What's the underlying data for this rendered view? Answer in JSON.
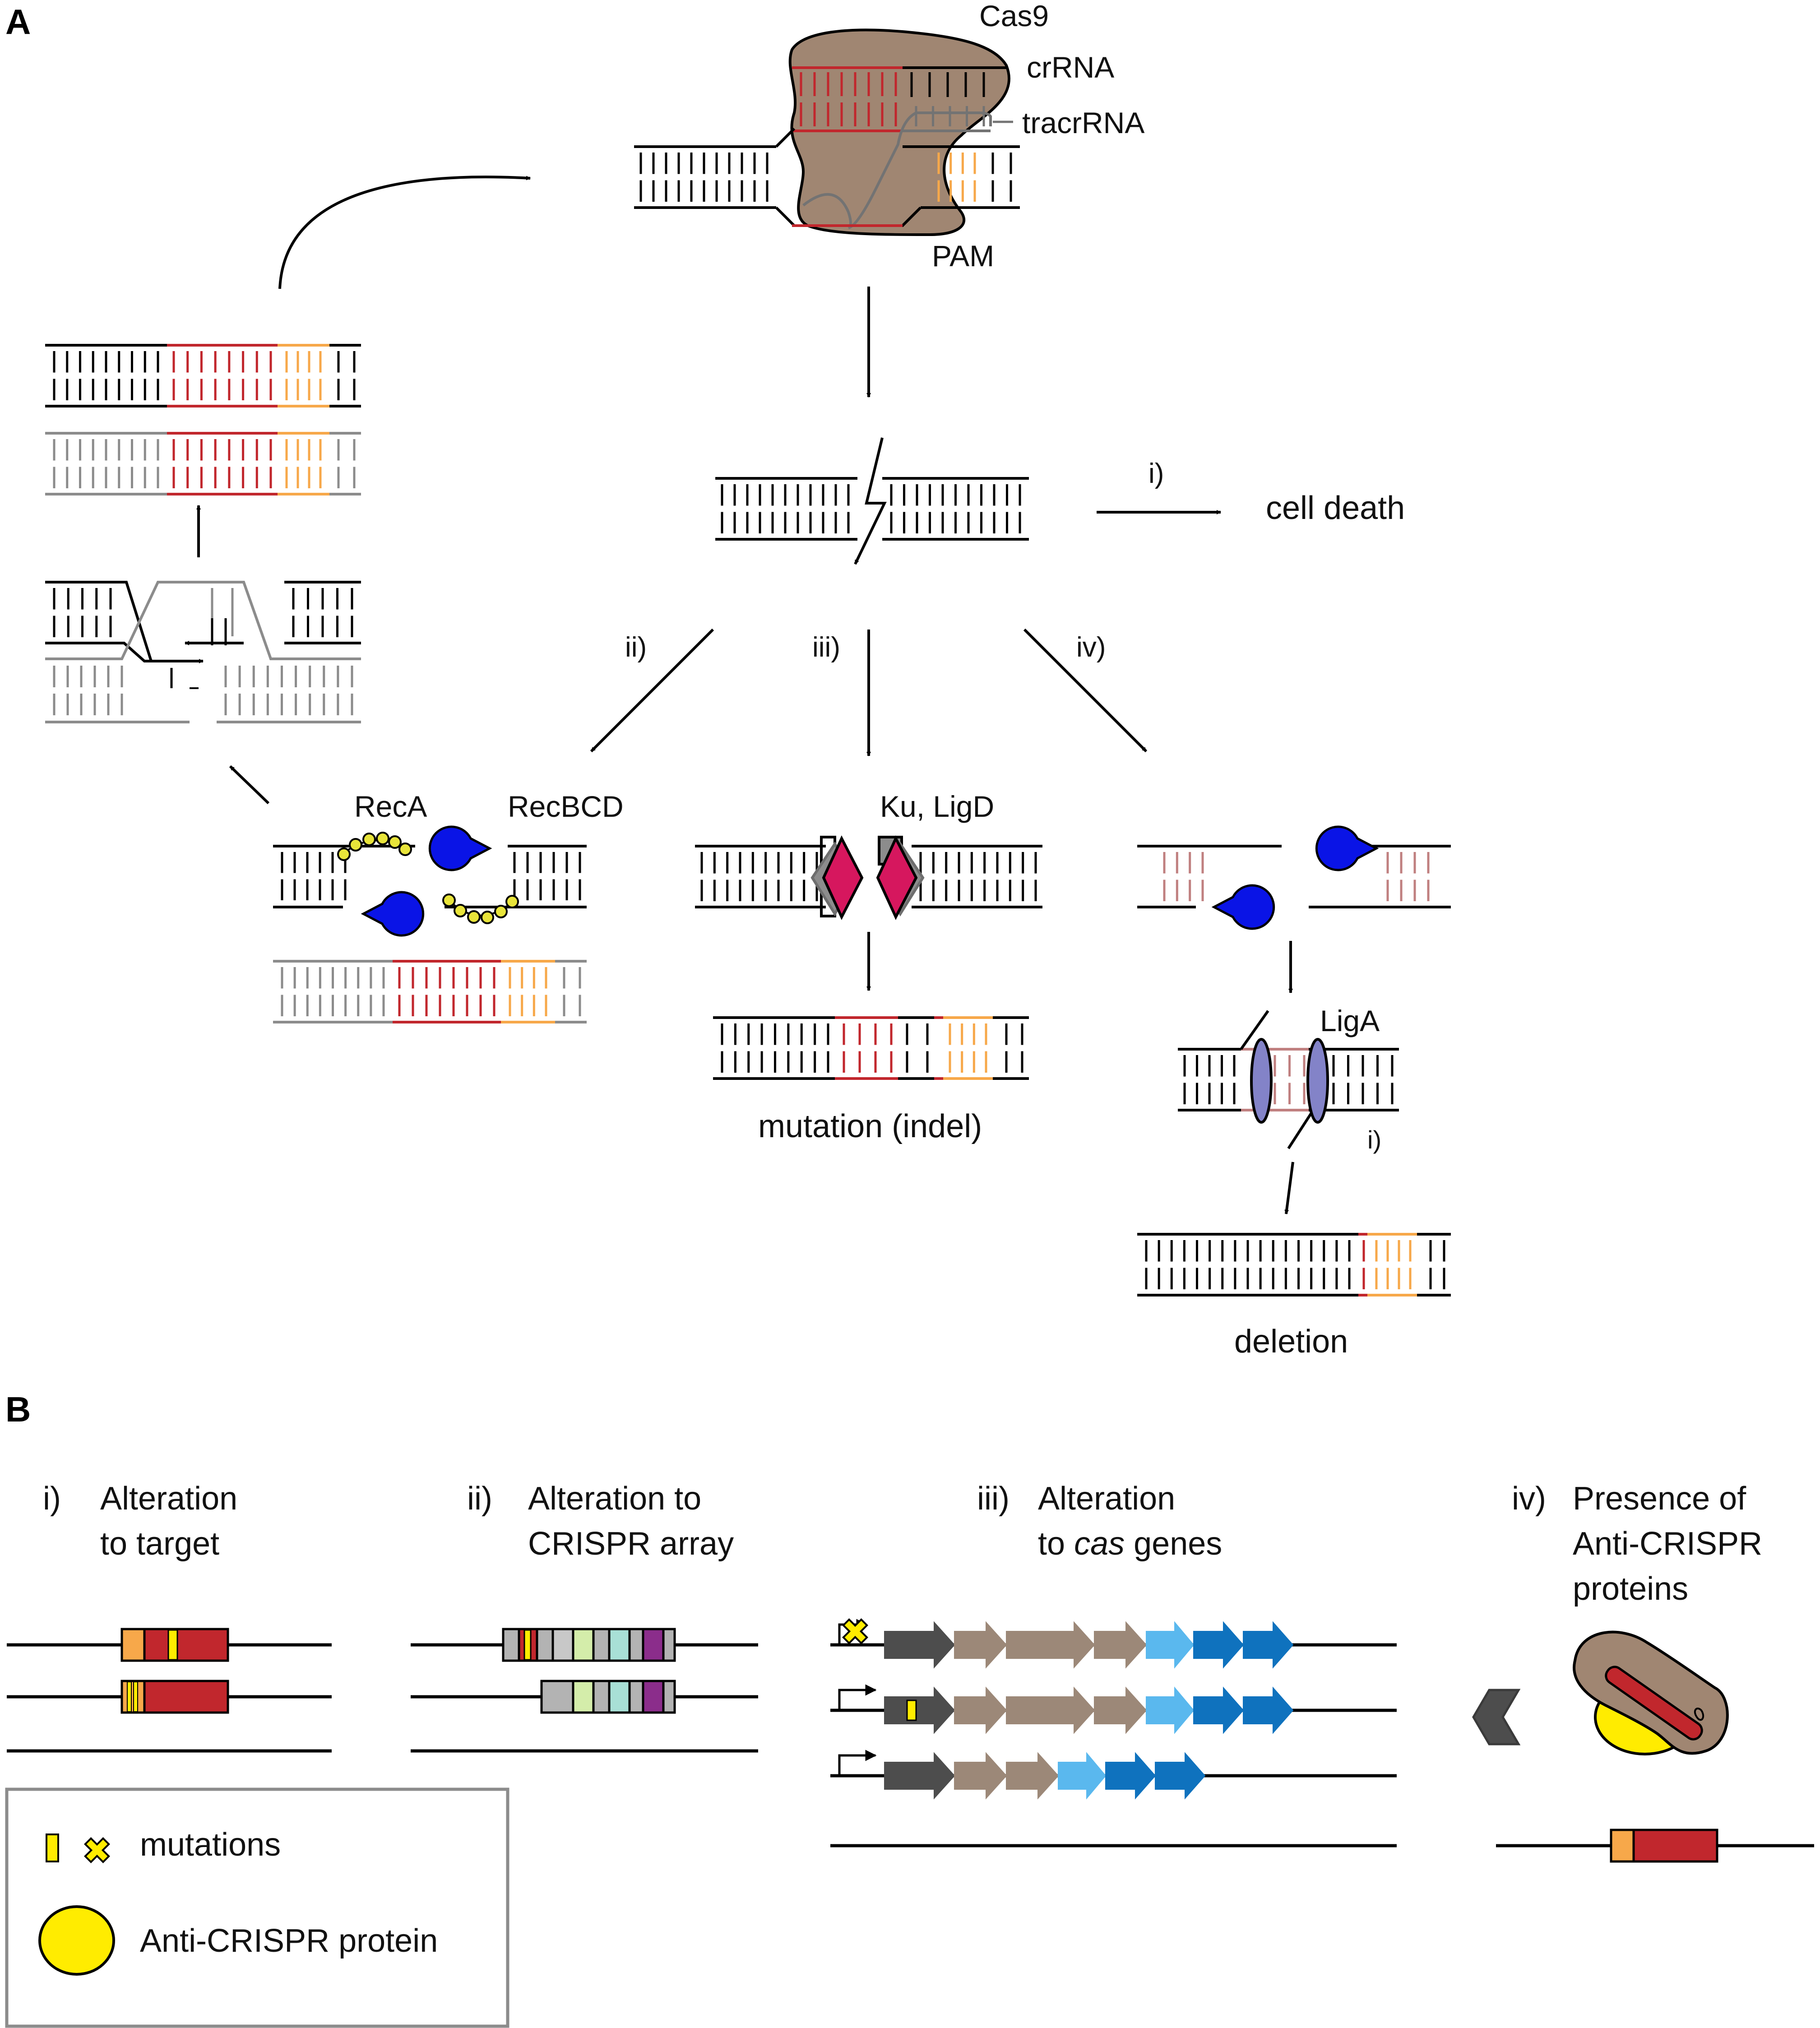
{
  "panels": {
    "a": "A",
    "b": "B"
  },
  "panel_a": {
    "cas9": {
      "name": "Cas9",
      "crrna": "crRNA",
      "tracrrna": "tracrRNA",
      "pam": "PAM"
    },
    "pathways": {
      "i": "i)",
      "ii": "ii)",
      "iii": "iii)",
      "iv": "iv)"
    },
    "cell_death": "cell death",
    "reca": "RecA",
    "recbcd": "RecBCD",
    "ku_ligd": "Ku, LigD",
    "mutation_indel": "mutation (indel)",
    "liga": "LigA",
    "liga_i": "i)",
    "deletion": "deletion"
  },
  "panel_b": {
    "i": {
      "num": "i)",
      "line1": "Alteration",
      "line2": "to target"
    },
    "ii": {
      "num": "ii)",
      "line1": "Alteration to",
      "line2": "CRISPR array"
    },
    "iii": {
      "num": "iii)",
      "line1": "Alteration",
      "line2_prefix": "to ",
      "line2_italic": "cas",
      "line2_suffix": " genes"
    },
    "iv": {
      "num": "iv)",
      "line1": "Presence of",
      "line2": "Anti-CRISPR",
      "line3": "proteins"
    }
  },
  "legend": {
    "mutations": "mutations",
    "anti_crispr": "Anti-CRISPR protein"
  },
  "colors": {
    "cas9": "#a08672",
    "target": "#c1272d",
    "pam": "#f7a84a",
    "mutation": "#ffec00",
    "recbcd": "#0a14e6",
    "ku": "#d6175e",
    "liga": "#8383c8",
    "grey_dna": "#8c8c8c",
    "pink_dna": "#c08080",
    "gene_dark": "#4d4d4d",
    "gene_brown": "#9c8878",
    "gene_light_blue": "#5ab8ee",
    "gene_blue": "#0f72be"
  }
}
